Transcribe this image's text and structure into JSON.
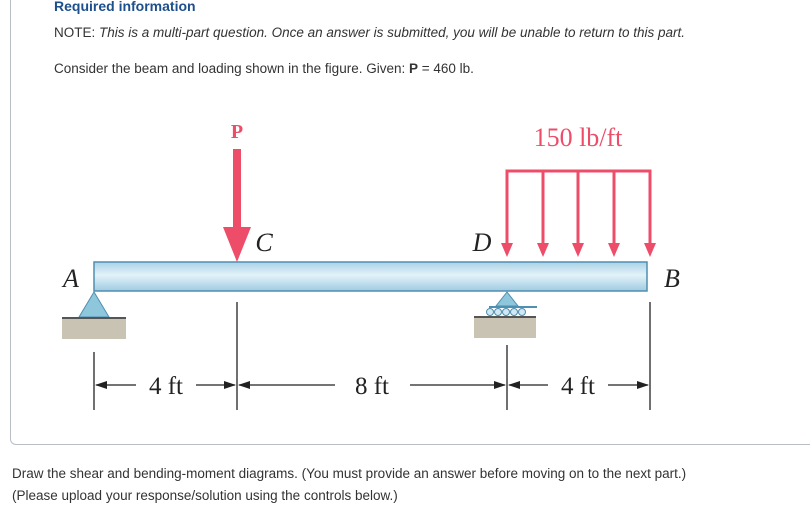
{
  "header": {
    "title": "Required information"
  },
  "note": {
    "prefix": "NOTE: ",
    "text": "This is a multi-part question. Once an answer is submitted, you will be unable to return to this part."
  },
  "given": {
    "text": "Consider the beam and loading shown in the figure. Given: ",
    "symbol": "P",
    "value": " = 460 lb."
  },
  "figure": {
    "load_label": "P",
    "distributed_label": "150 lb/ft",
    "point_a": "A",
    "point_b": "B",
    "point_c": "C",
    "point_d": "D",
    "dim_1": "4 ft",
    "dim_2": "8 ft",
    "dim_3": "4 ft",
    "colors": {
      "load": "#ee4d6a",
      "beam_fill": "#cde6f2",
      "beam_stroke": "#4f8fb0",
      "support": "#8ec6dc",
      "ground": "#bdb7a8"
    }
  },
  "question": {
    "line1": "Draw the shear and bending-moment diagrams. (You must provide an answer before moving on to the next part.)",
    "line2": "(Please upload your response/solution using the controls below.)"
  }
}
